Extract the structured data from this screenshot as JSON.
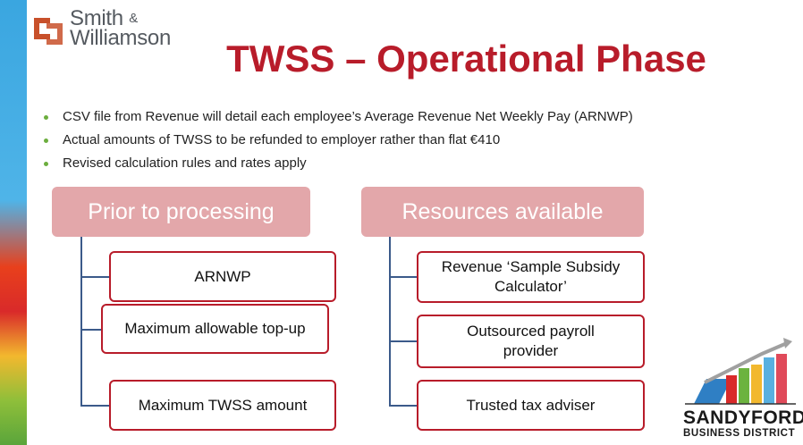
{
  "logo": {
    "line1": "Smith",
    "amp": "&",
    "line2": "Williamson"
  },
  "title": "TWSS – Operational Phase",
  "bullets": [
    "CSV file from Revenue will detail each employee’s Average Revenue Net Weekly Pay (ARNWP)",
    "Actual amounts of TWSS to be refunded to employer rather than flat €410",
    "Revised calculation rules and rates apply"
  ],
  "diagram": {
    "left": {
      "header": "Prior to processing",
      "items": [
        "ARNWP",
        "Maximum allowable top-up",
        "Maximum TWSS amount"
      ]
    },
    "right": {
      "header": "Resources available",
      "items": [
        "Revenue ‘Sample Subsidy Calculator’",
        "Outsourced payroll provider",
        "Trusted tax adviser"
      ]
    }
  },
  "branding": {
    "name": "SANDYFORD",
    "subtitle": "BUSINESS DISTRICT"
  },
  "colors": {
    "title": "#b81c2a",
    "header_fill": "#e3a7aa",
    "box_border": "#b81c2a",
    "connector": "#3b5a8a",
    "bullet": "#6cae3e"
  }
}
